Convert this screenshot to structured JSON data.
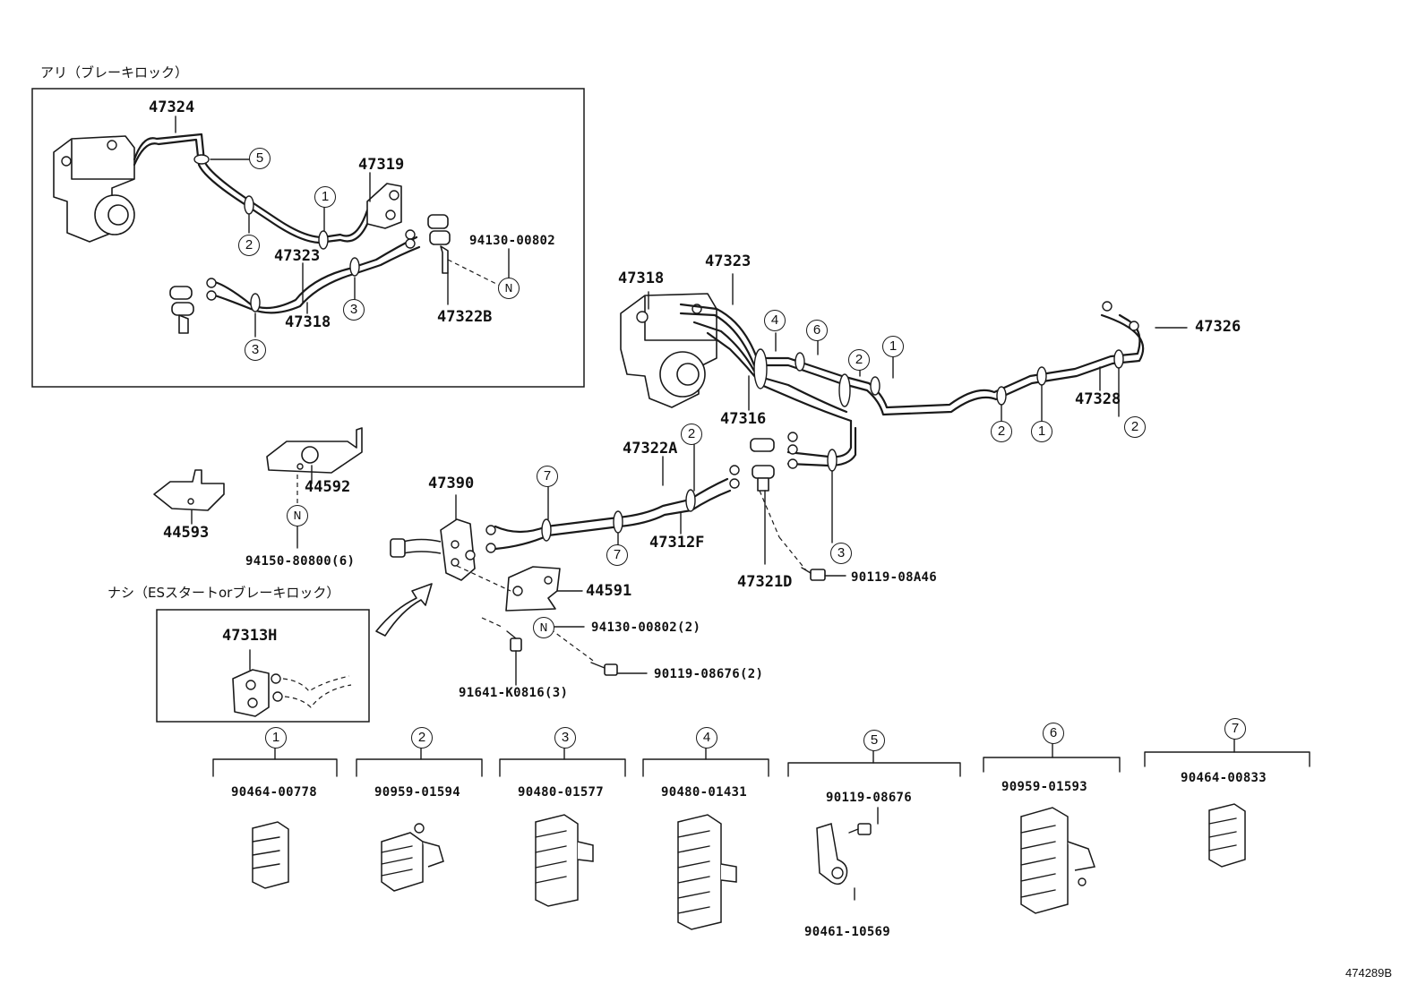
{
  "captions": {
    "with_brake_lock": "アリ（ブレーキロック）",
    "without_es_start": "ナシ（ESスタートorブレーキロック）"
  },
  "inset_labels": {
    "p47324": "47324",
    "p47319": "47319",
    "p47323": "47323",
    "p47318": "47318",
    "p47322B": "47322B",
    "p94130": "94130-00802",
    "clamp_5": "5",
    "clamp_1": "1",
    "clamp_2": "2",
    "clamp_3a": "3",
    "clamp_3b": "3",
    "nut": "N"
  },
  "main_labels": {
    "p47318": "47318",
    "p47323": "47323",
    "p47326": "47326",
    "p47316": "47316",
    "p47328": "47328",
    "p47322A": "47322A",
    "p47312F": "47312F",
    "p47390": "47390",
    "p44592": "44592",
    "p44593": "44593",
    "p94150": "94150-80800(6)",
    "p44591": "44591",
    "p94130": "94130-00802(2)",
    "p90119a": "90119-08676(2)",
    "p91641": "91641-K0816(3)",
    "p47321D": "47321D",
    "p90119b": "90119-08A46",
    "p47313H": "47313H",
    "c4": "4",
    "c6": "6",
    "c2a": "2",
    "c1a": "1",
    "c2b": "2",
    "c1b": "1",
    "c2c": "2",
    "c2d": "2",
    "c7a": "7",
    "c7b": "7",
    "c3": "3",
    "n1": "N",
    "n2": "N"
  },
  "legend": [
    {
      "num": "1",
      "part": "90464-00778"
    },
    {
      "num": "2",
      "part": "90959-01594"
    },
    {
      "num": "3",
      "part": "90480-01577"
    },
    {
      "num": "4",
      "part": "90480-01431"
    },
    {
      "num": "5",
      "part": "90119-08676",
      "part2": "90461-10569"
    },
    {
      "num": "6",
      "part": "90959-01593"
    },
    {
      "num": "7",
      "part": "90464-00833"
    }
  ],
  "diagram_id": "474289B"
}
